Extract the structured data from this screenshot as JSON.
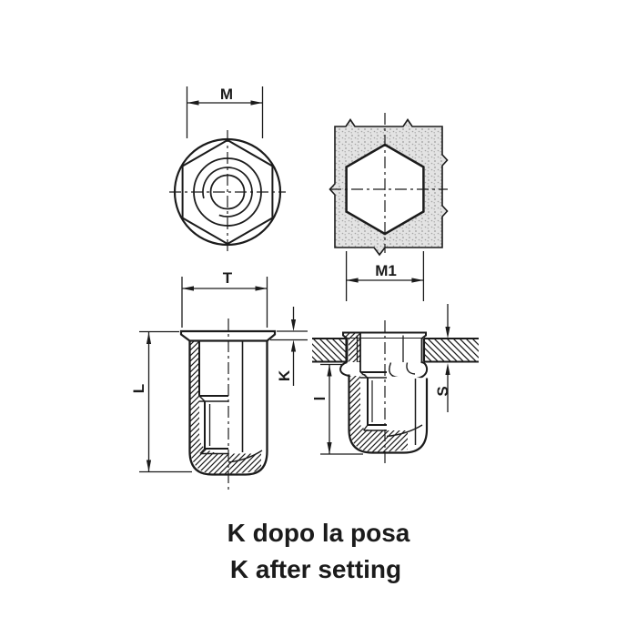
{
  "drawing": {
    "type": "technical-drawing-rivet-nut",
    "labels": {
      "thread_size": "M",
      "hex_hole_size": "M1",
      "flange_diameter": "T",
      "head_height": "K",
      "total_length": "L",
      "shank_length_after_setting": "l",
      "grip_thickness": "S"
    },
    "caption": {
      "line1": "K dopo la posa",
      "line2": "K after setting"
    },
    "colors": {
      "line": "#1b1b1b",
      "plate_stipple_bg": "#e3e3e3",
      "plate_stipple_dot": "#9b9b9b",
      "background": "#ffffff"
    }
  }
}
